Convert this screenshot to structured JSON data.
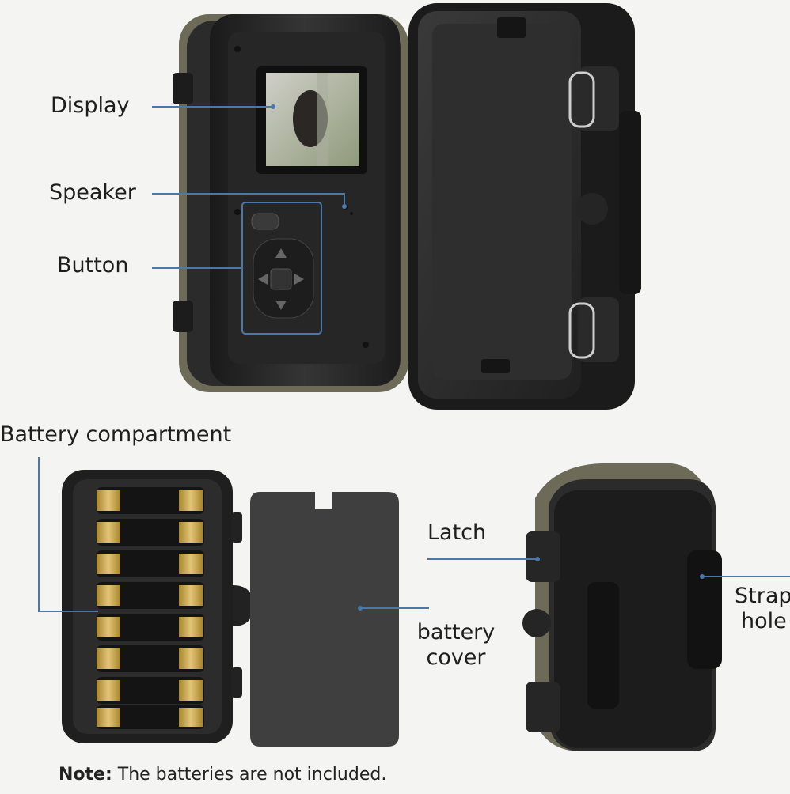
{
  "callouts": {
    "display": "Display",
    "speaker": "Speaker",
    "button": "Button",
    "battery_compartment": "Battery compartment",
    "latch": "Latch",
    "battery_cover_line1": "battery",
    "battery_cover_line2": "cover",
    "strap_hole_line1": "Strap",
    "strap_hole_line2": "hole"
  },
  "note": {
    "prefix": "Note:",
    "text": "The batteries are not included."
  },
  "colors": {
    "background": "#f4f4f2",
    "camera_body": "#2a2a2a",
    "leader_line": "#4a78a8",
    "battery_gold": "#c9a24a"
  }
}
